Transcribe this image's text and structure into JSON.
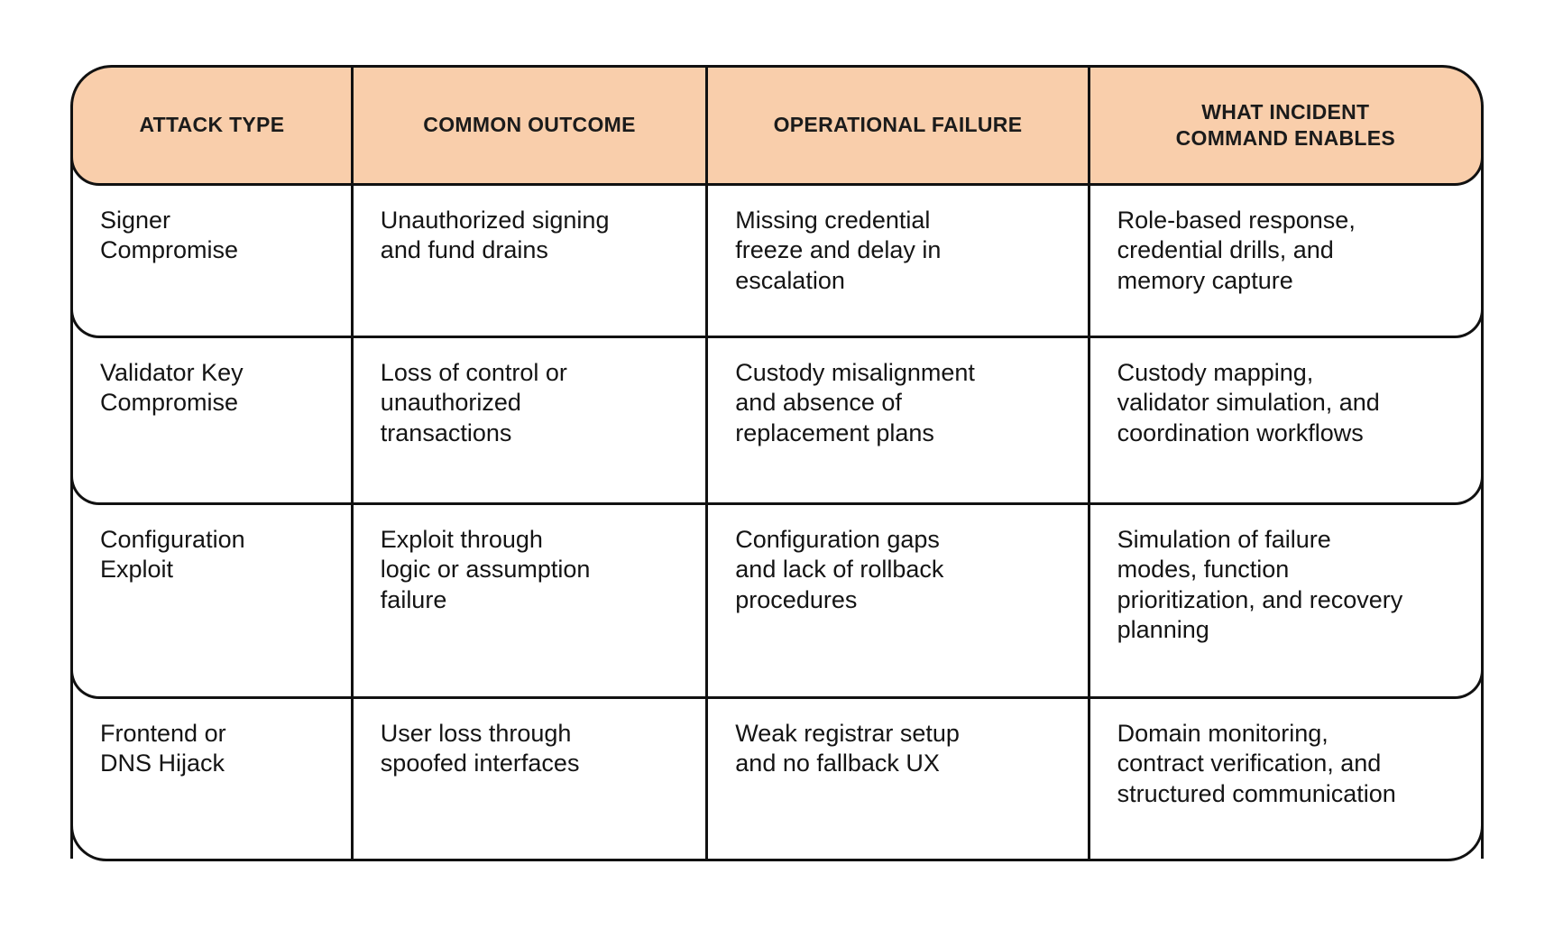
{
  "table": {
    "columns": [
      {
        "label": "ATTACK TYPE"
      },
      {
        "label": "COMMON OUTCOME"
      },
      {
        "label": "OPERATIONAL FAILURE"
      },
      {
        "label": "WHAT INCIDENT\nCOMMAND ENABLES"
      }
    ],
    "display_rows": [
      [
        "Signer\nCompromise",
        "Unauthorized signing\nand fund drains",
        "Missing credential\nfreeze and delay in\nescalation",
        "Role-based response,\ncredential drills, and\nmemory capture"
      ],
      [
        "Validator Key\nCompromise",
        "Loss of control or\nunauthorized\ntransactions",
        "Custody misalignment\nand absence of\nreplacement plans",
        "Custody mapping,\nvalidator simulation, and\ncoordination workflows"
      ],
      [
        "Configuration\nExploit",
        "Exploit through\nlogic or assumption\nfailure",
        "Configuration gaps\nand lack of rollback\nprocedures",
        "Simulation of failure\nmodes, function\nprioritization, and recovery\nplanning"
      ],
      [
        "Frontend or\nDNS Hijack",
        "User loss through\nspoofed interfaces",
        "Weak registrar setup\nand no fallback UX",
        "Domain monitoring,\ncontract verification, and\nstructured communication"
      ]
    ]
  },
  "chart_data": {
    "type": "table",
    "columns": [
      "ATTACK TYPE",
      "COMMON OUTCOME",
      "OPERATIONAL FAILURE",
      "WHAT INCIDENT COMMAND ENABLES"
    ],
    "rows": [
      [
        "Signer Compromise",
        "Unauthorized signing and fund drains",
        "Missing credential freeze and delay in escalation",
        "Role-based response, credential drills, and memory capture"
      ],
      [
        "Validator Key Compromise",
        "Loss of control or unauthorized transactions",
        "Custody misalignment and absence of replacement plans",
        "Custody mapping, validator simulation, and coordination workflows"
      ],
      [
        "Configuration Exploit",
        "Exploit through logic or assumption failure",
        "Configuration gaps and lack of rollback procedures",
        "Simulation of failure modes, function prioritization, and recovery planning"
      ],
      [
        "Frontend or DNS Hijack",
        "User loss through spoofed interfaces",
        "Weak registrar setup and no fallback UX",
        "Domain monitoring, contract verification, and structured communication"
      ]
    ],
    "layout": {
      "header_position": "top",
      "grid": "on",
      "corner_style": "rounded"
    }
  },
  "colors": {
    "header_bg": "#F9CEAB",
    "border": "#111111",
    "text": "#141414",
    "page_bg": "#FFFFFF"
  }
}
